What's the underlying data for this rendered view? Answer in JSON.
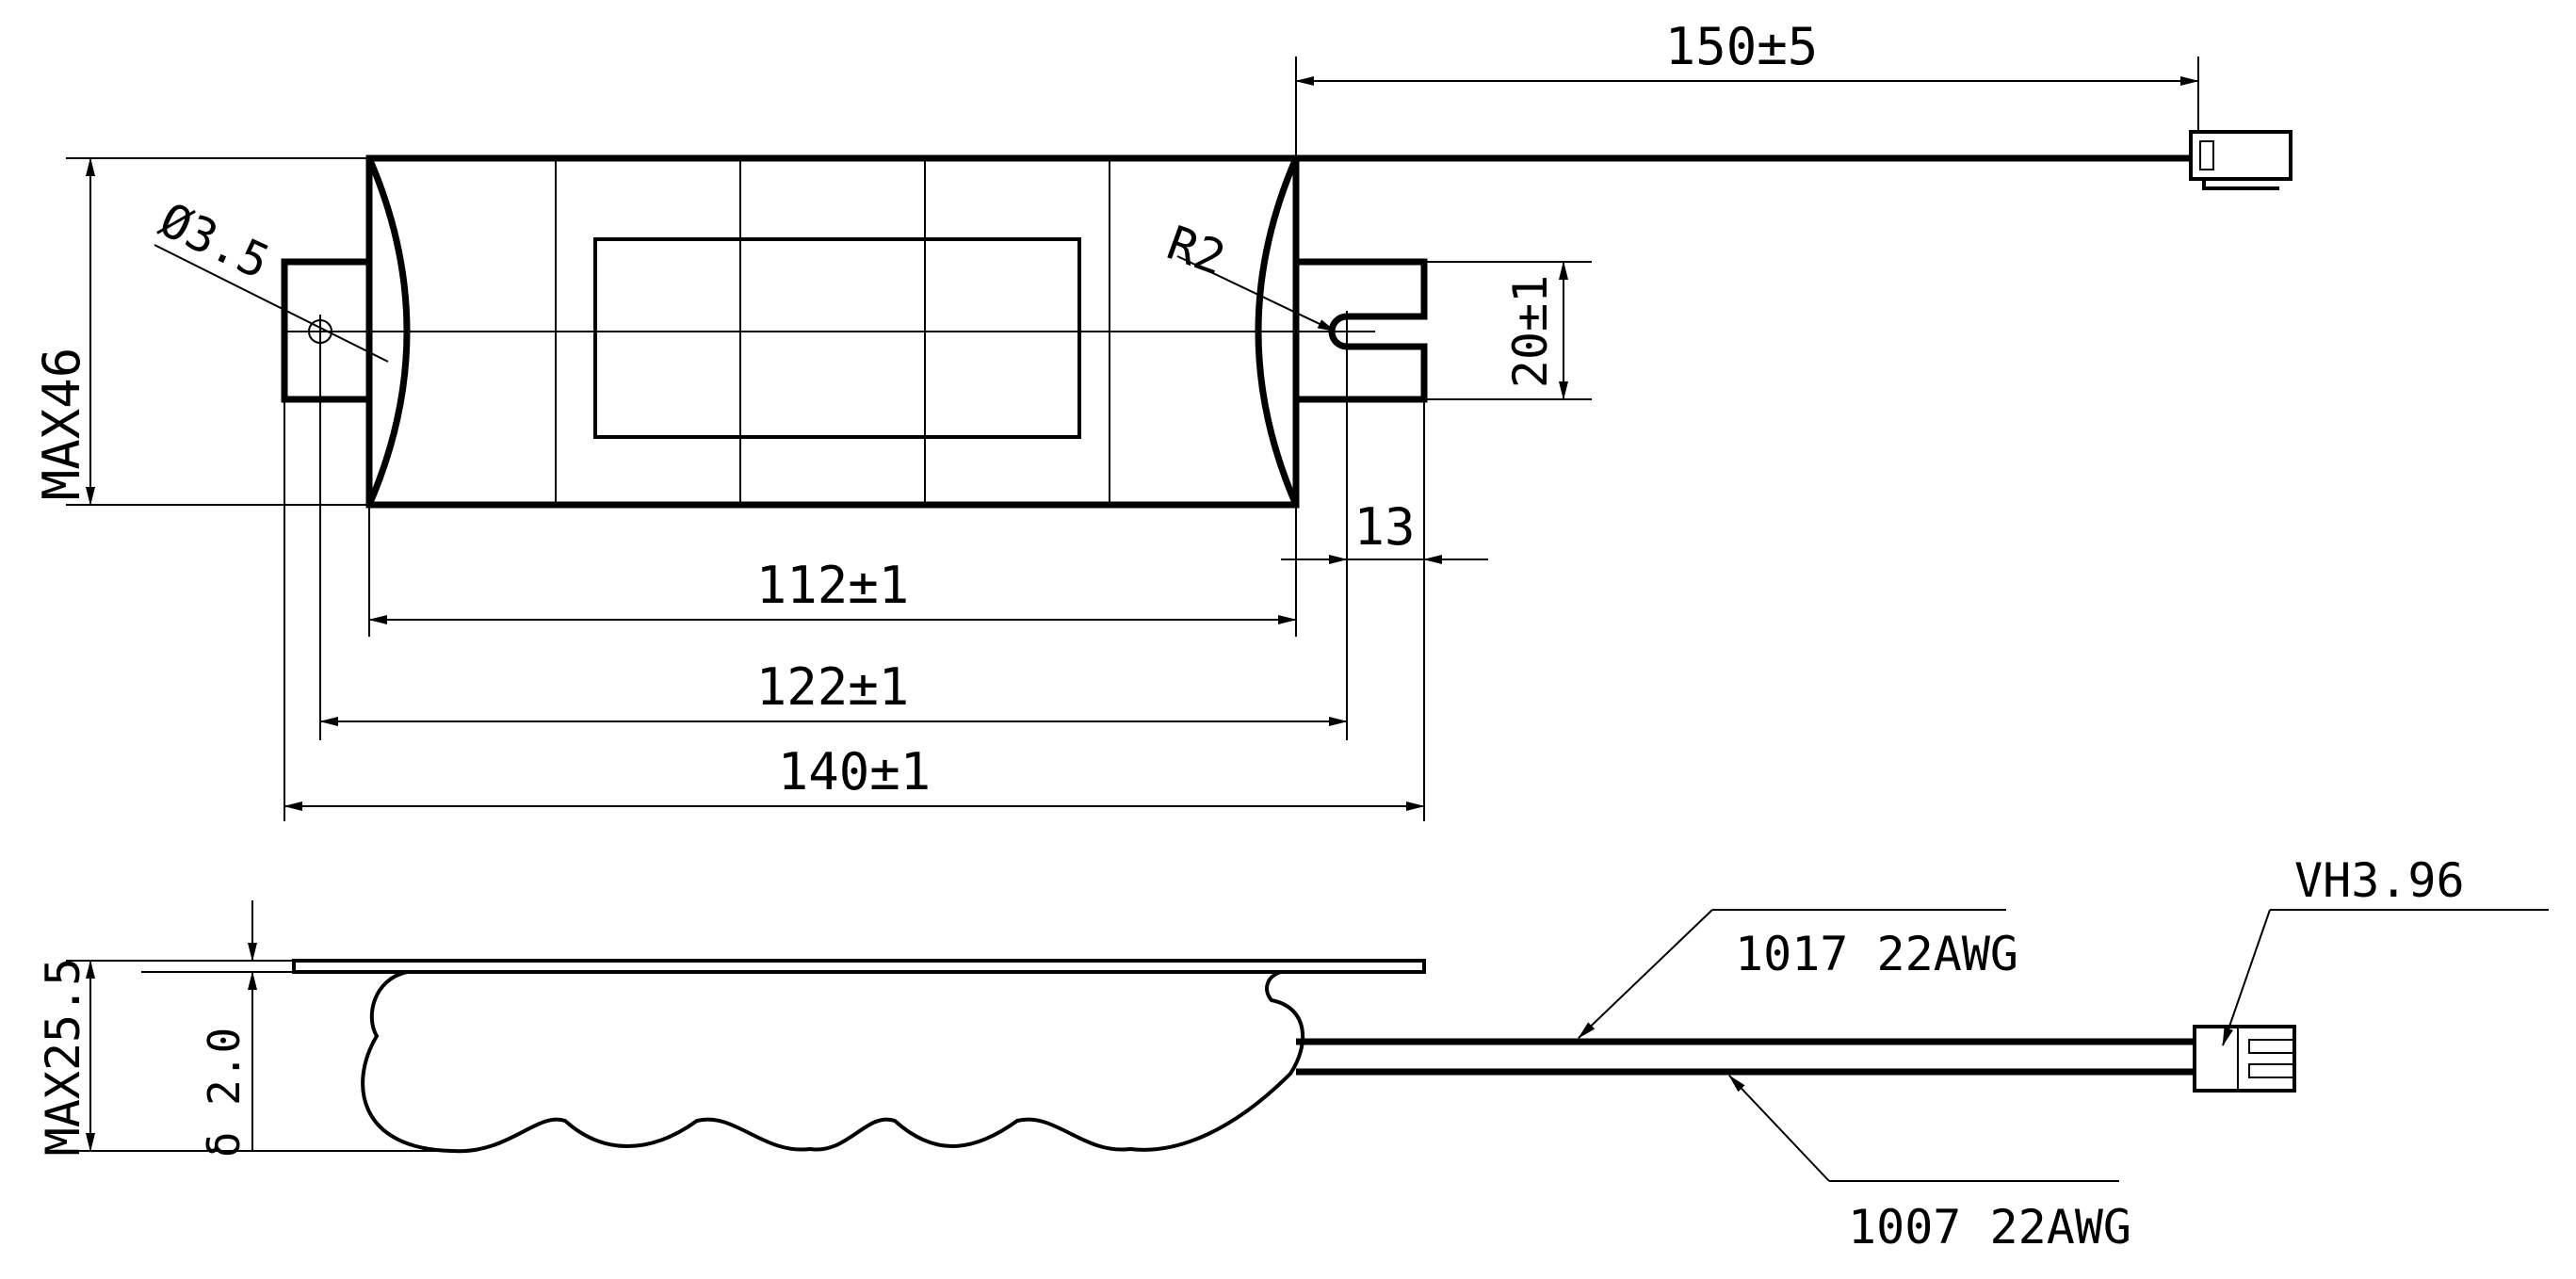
{
  "drawing": {
    "top_view": {
      "cable_length": "150±5",
      "hole_diameter": "Ø3.5",
      "slot_radius": "R2",
      "tab_width": "20±1",
      "max_height": "MAX46",
      "end_tab": "13",
      "body_length": "112±1",
      "hole_center_span": "122±1",
      "overall_length": "140±1"
    },
    "side_view": {
      "max_thickness": "MAX25.5",
      "plate_thickness": "δ 2.0",
      "wire_red": "1017 22AWG",
      "wire_black": "1007 22AWG",
      "connector": "VH3.96"
    }
  },
  "colors": {
    "line": "#000000",
    "background": "#ffffff"
  }
}
